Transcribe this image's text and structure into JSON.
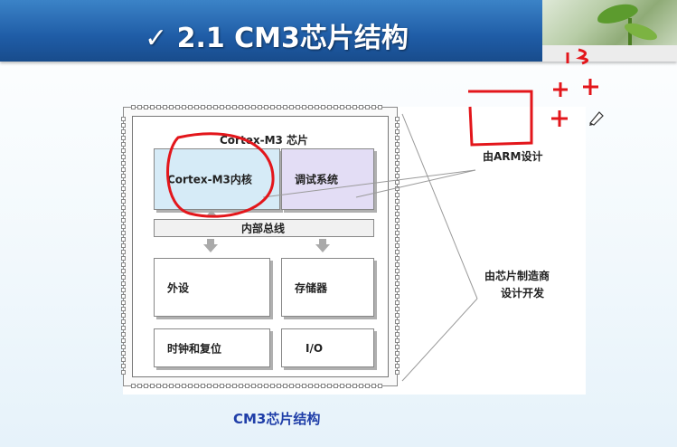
{
  "header": {
    "title": "✓ 2.1 CM3芯片结构",
    "image_name": "sprout-photo"
  },
  "diagram": {
    "chip_title": "Cortex-M3 芯片",
    "core": "Cortex-M3内核",
    "debug": "调试系统",
    "bus": "内部总线",
    "peripherals": "外设",
    "memory": "存储器",
    "clock_reset": "时钟和复位",
    "io": "I/O",
    "arm_designed": "由ARM设计",
    "vendor_designed_line1": "由芯片制造商",
    "vendor_designed_line2": "设计开发"
  },
  "caption": "CM3芯片结构",
  "colors": {
    "header_blue": "#1f5ca6",
    "core_fill": "#d6ebf7",
    "debug_fill": "#e3ddf5",
    "bus_fill": "#f1f1f1",
    "annotation_red": "#e3161b",
    "caption_blue": "#1f3ea8"
  }
}
